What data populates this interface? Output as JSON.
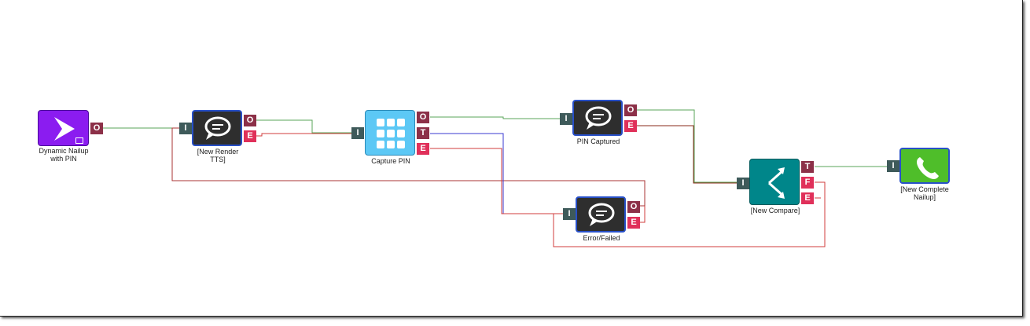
{
  "nodes": {
    "start": {
      "label": "Dynamic Nailup\nwith PIN",
      "port_o": "O",
      "icon": "chevron-right-icon",
      "color": "#8b1cf0"
    },
    "render_tts": {
      "label": "[New Render\nTTS]",
      "port_i": "I",
      "port_o": "O",
      "port_e": "E",
      "icon": "speech-bubble-icon",
      "color": "#2e2e2e"
    },
    "capture_pin": {
      "label": "Capture PIN",
      "port_i": "I",
      "port_o": "O",
      "port_t": "T",
      "port_e": "E",
      "icon": "keypad-icon",
      "color": "#5cc8f5"
    },
    "pin_captured": {
      "label": "PIN Captured",
      "port_i": "I",
      "port_o": "O",
      "port_e": "E",
      "icon": "speech-bubble-icon",
      "color": "#2e2e2e"
    },
    "error_failed": {
      "label": "Error/Failed",
      "port_i": "I",
      "port_o": "O",
      "port_e": "E",
      "icon": "speech-bubble-icon",
      "color": "#2e2e2e"
    },
    "compare": {
      "label": "[New Compare]",
      "port_i": "I",
      "port_t": "T",
      "port_f": "F",
      "port_e": "E",
      "icon": "branch-arrows-icon",
      "color": "#00868a"
    },
    "complete_nailup": {
      "label": "[New Complete\nNailup]",
      "port_i": "I",
      "icon": "phone-icon",
      "color": "#4fbe2a"
    }
  },
  "colors": {
    "wire_success": "#5aa65a",
    "wire_error": "#d23c3c",
    "wire_dark": "#8a2a1a",
    "wire_timeout": "#3a3ad0"
  }
}
